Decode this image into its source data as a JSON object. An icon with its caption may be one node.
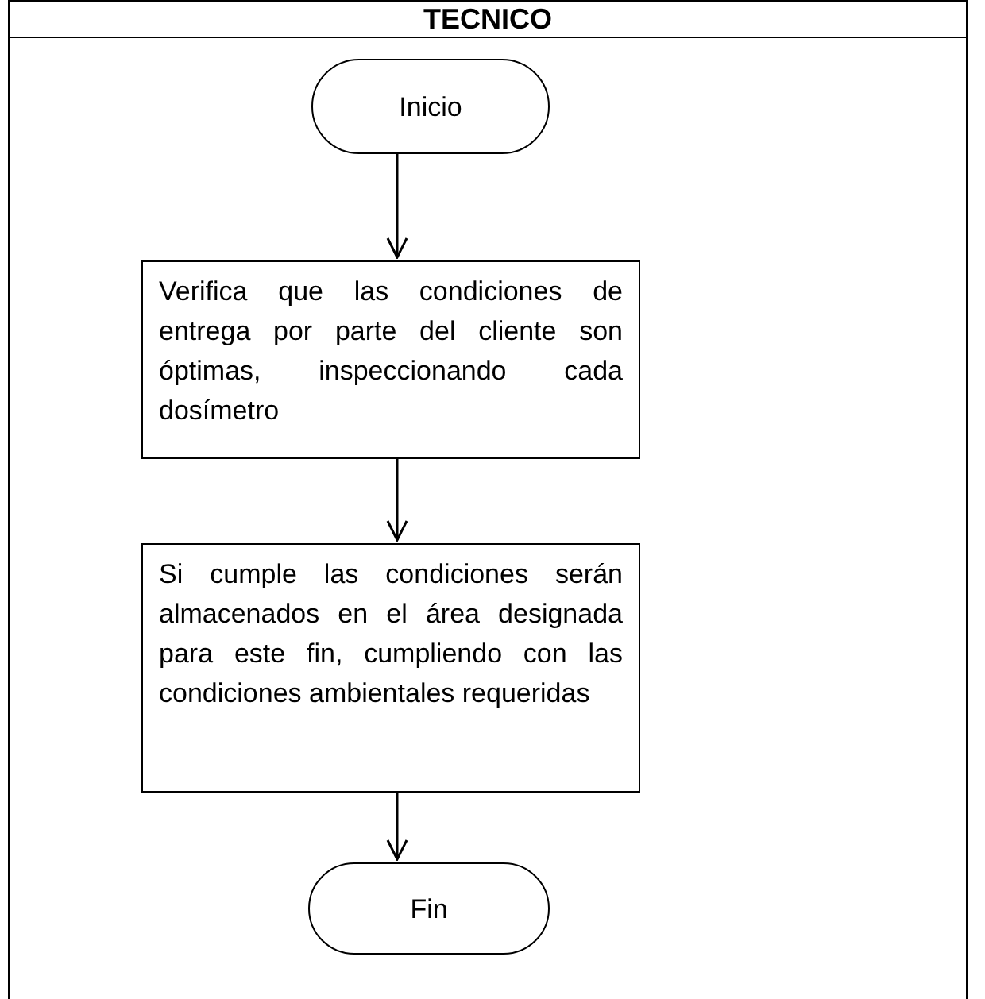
{
  "diagram": {
    "nodes": [
      {
        "text": [
          "TECNICO"
        ]
      },
      {
        "text": [
          "Inicio"
        ],
        "in": 0
      },
      {
        "text": [
          "Verifica que las condiciones de entrega por parte del cliente son óptimas, inspeccionando cada dosímetro"
        ],
        "in": 0
      },
      {
        "text": [
          "Si cumple las condiciones serán almacenados en el área designada para este fin, cumpliendo con las condiciones ambientales requeridas"
        ],
        "in": 0
      },
      {
        "text": [
          "Fin"
        ],
        "in": 0
      }
    ],
    "edges": [
      {
        "from": 1,
        "to": 2,
        "arrow": "to"
      },
      {
        "from": 2,
        "to": 3,
        "arrow": "to"
      },
      {
        "from": 3,
        "to": 4,
        "arrow": "to"
      }
    ]
  }
}
